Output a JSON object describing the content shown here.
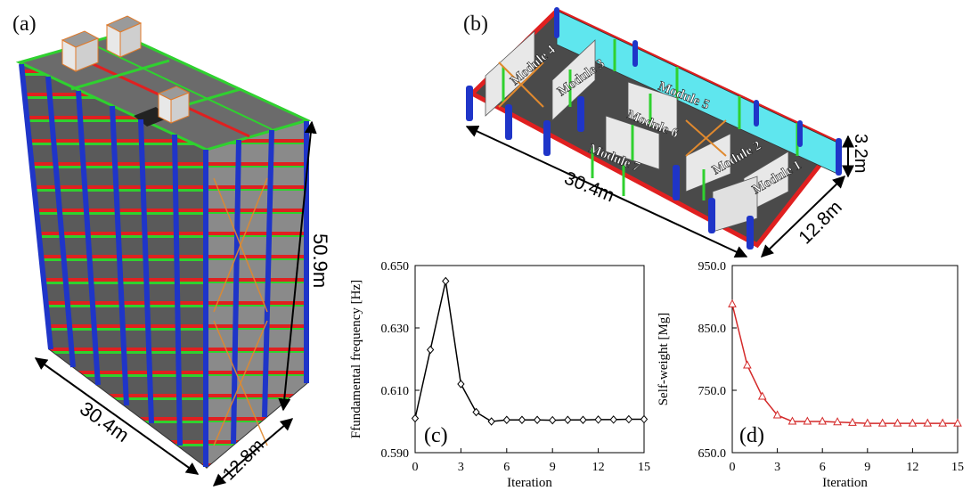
{
  "labels": {
    "a": "(a)",
    "b": "(b)",
    "c": "(c)",
    "d": "(d)"
  },
  "building": {
    "height": "50.9m",
    "length": "30.4m",
    "width": "12.8m"
  },
  "floor": {
    "length": "30.4m",
    "width": "12.8m",
    "height": "3.2m",
    "modules": [
      "Module 1",
      "Module 2",
      "Module 3",
      "Module 4",
      "Module 5",
      "Module 6",
      "Module 7"
    ]
  },
  "colors": {
    "column": "#1f35c8",
    "beam_red": "#e11b1b",
    "beam_green": "#2fd12f",
    "brace": "#e0892e",
    "floor": "#4a4a4a",
    "wall": "#ececec",
    "glass": "#5fe6ee"
  },
  "chart_data": [
    {
      "type": "line",
      "panel": "(c)",
      "xlabel": "Iteration",
      "ylabel": "Ffundamental frequency [Hz]",
      "xlim": [
        0,
        15
      ],
      "ylim": [
        0.59,
        0.65
      ],
      "xticks": [
        "0",
        "3",
        "6",
        "9",
        "12",
        "15"
      ],
      "yticks": [
        "0.590",
        "0.610",
        "0.630",
        "0.650"
      ],
      "marker": "diamond",
      "color": "#000000",
      "x": [
        0,
        1,
        2,
        3,
        4,
        5,
        6,
        7,
        8,
        9,
        10,
        11,
        12,
        13,
        14,
        15
      ],
      "y": [
        0.601,
        0.623,
        0.645,
        0.612,
        0.603,
        0.6,
        0.6005,
        0.6005,
        0.6005,
        0.6004,
        0.6005,
        0.6005,
        0.6006,
        0.6006,
        0.6007,
        0.6007
      ]
    },
    {
      "type": "line",
      "panel": "(d)",
      "xlabel": "Iteration",
      "ylabel": "Self-weight [Mg]",
      "xlim": [
        0,
        15
      ],
      "ylim": [
        650,
        950
      ],
      "xticks": [
        "0",
        "3",
        "6",
        "9",
        "12",
        "15"
      ],
      "yticks": [
        "650.0",
        "750.0",
        "850.0",
        "950.0"
      ],
      "marker": "triangle",
      "color": "#d42a2a",
      "x": [
        0,
        1,
        2,
        3,
        4,
        5,
        6,
        7,
        8,
        9,
        10,
        11,
        12,
        13,
        14,
        15
      ],
      "y": [
        888,
        790,
        740,
        710,
        700,
        700,
        700,
        699,
        698,
        697,
        697,
        697,
        697,
        697,
        697,
        697
      ]
    }
  ]
}
